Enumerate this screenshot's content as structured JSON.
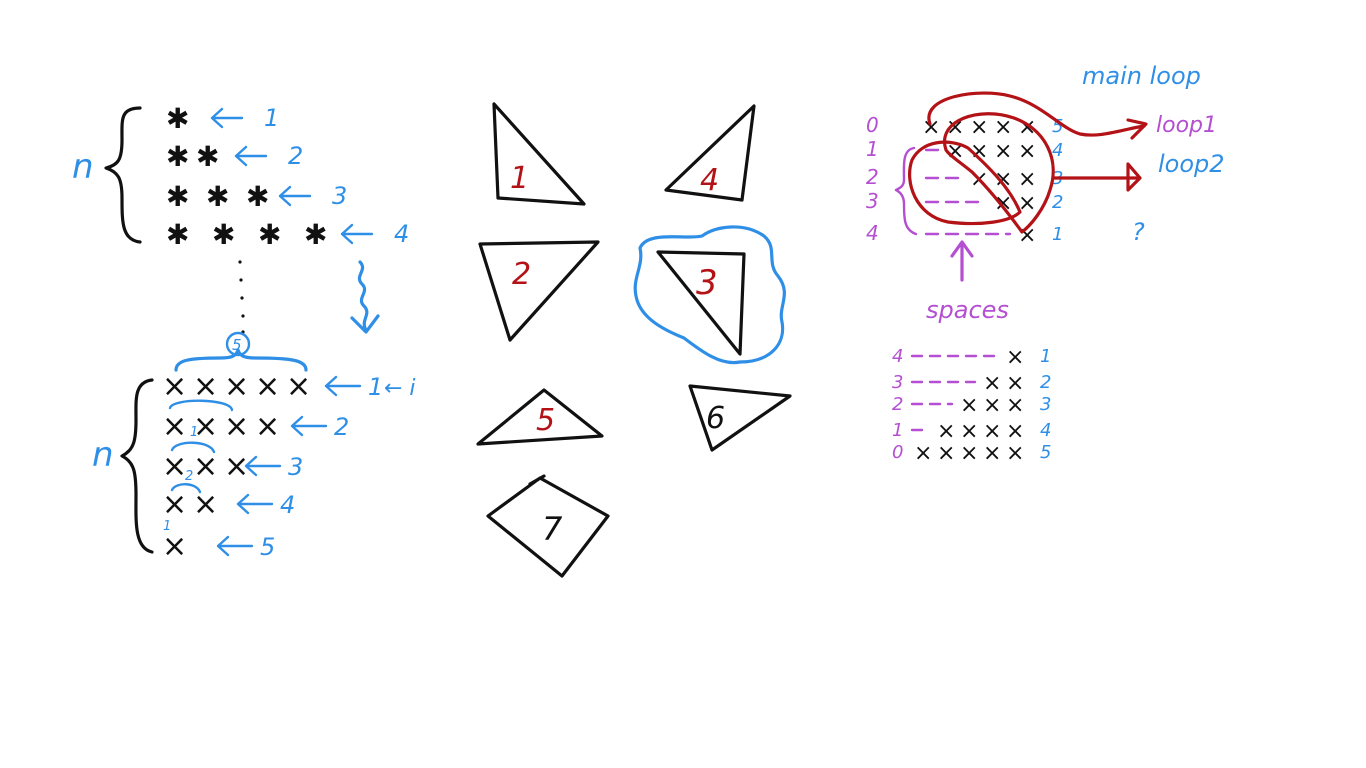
{
  "colors": {
    "blue": "#2f8fe6",
    "red": "#b31217",
    "pink": "#b54fd1",
    "black": "#111111",
    "background": "#ffffff"
  },
  "left_top": {
    "n_label": "n",
    "row_numbers": [
      "1",
      "2",
      "3",
      "4"
    ],
    "rows_star_counts": [
      1,
      2,
      3,
      4
    ],
    "star_glyph": "✱"
  },
  "left_bottom": {
    "n_label": "n",
    "top_brace_label": "5",
    "row_numbers": [
      "1",
      "2",
      "3",
      "4",
      "5"
    ],
    "row_extra": "← i",
    "rows_x_counts": [
      5,
      4,
      3,
      2,
      1
    ],
    "inner_labels": [
      "1",
      "2",
      "1"
    ],
    "x_glyph": "×"
  },
  "triangles": [
    "1",
    "4",
    "2",
    "3",
    "5",
    "6",
    "7"
  ],
  "right_top": {
    "title": "main loop",
    "loop1": "loop1",
    "loop2": "loop2",
    "loop3": "?",
    "left_indices": [
      "0",
      "1",
      "2",
      "3",
      "4"
    ],
    "right_counts": [
      "5",
      "4",
      "3",
      "2",
      "1"
    ],
    "spaces_label": "spaces",
    "grid_rows": [
      5,
      4,
      3,
      2,
      1
    ]
  },
  "right_bottom": {
    "left_indices": [
      "4",
      "3",
      "2",
      "1",
      "0"
    ],
    "right_counts": [
      "1",
      "2",
      "3",
      "4",
      "5"
    ],
    "grid_rows": [
      1,
      2,
      3,
      4,
      5
    ]
  }
}
